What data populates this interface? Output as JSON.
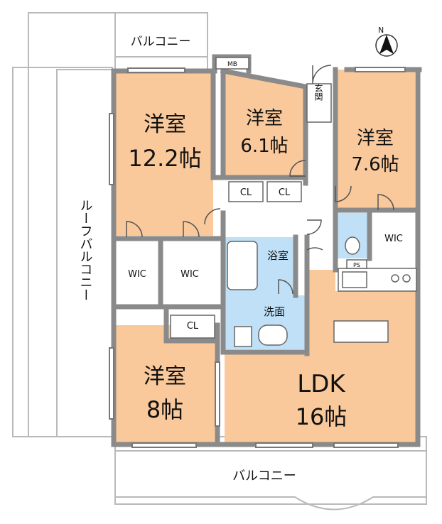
{
  "colors": {
    "room": "#f9c99b",
    "wet": "#bfe0f7",
    "wall": "#8a8a8a",
    "outline": "#b9b9b9",
    "text": "#111111"
  },
  "compass": {
    "north": "N"
  },
  "rooms": {
    "room_nw": {
      "name": "洋室",
      "size": "12.2帖"
    },
    "room_n": {
      "name": "洋室",
      "size": "6.1帖"
    },
    "room_ne": {
      "name": "洋室",
      "size": "7.6帖"
    },
    "room_sw": {
      "name": "洋室",
      "size": "8帖"
    },
    "ldk": {
      "name": "LDK",
      "size": "16帖"
    }
  },
  "labels": {
    "balcony_top": "バルコニー",
    "balcony_bottom": "バルコニー",
    "roof_balcony": "ルーフバルコニー",
    "mb": "MB",
    "entrance": "玄関",
    "bath": "浴室",
    "washroom": "洗面",
    "wic_1": "WIC",
    "wic_2": "WIC",
    "wic_3": "WIC",
    "cl_1": "CL",
    "cl_2": "CL",
    "cl_3": "CL",
    "ps": "PS"
  }
}
